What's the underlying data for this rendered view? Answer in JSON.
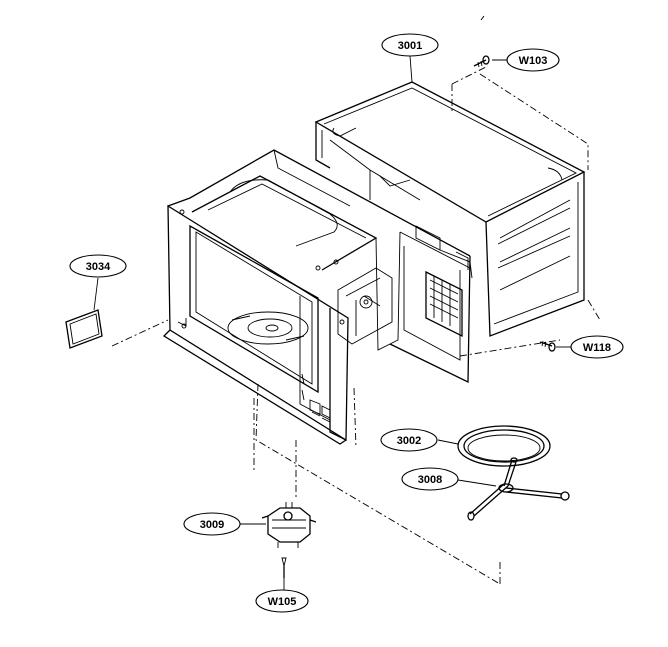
{
  "labels": {
    "cabinet": "3001",
    "screw_top": "W103",
    "screw_side": "W118",
    "cover": "3034",
    "glass_tray": "3002",
    "roller_ring": "3008",
    "motor": "3009",
    "screw_motor": "W105"
  }
}
